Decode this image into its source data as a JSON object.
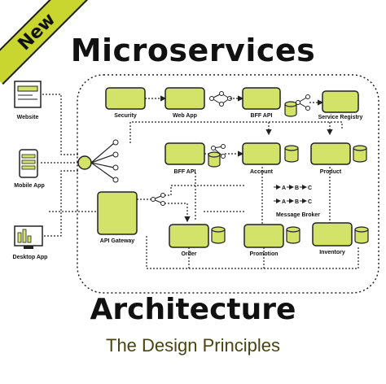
{
  "badge": "New",
  "title": "Microservices",
  "subtitle": "Architecture",
  "tagline": "The Design Principles",
  "colors": {
    "accent": "#c8d62f",
    "node": "#d3e36a",
    "stroke": "#222222"
  },
  "clients": {
    "website": "Website",
    "mobile": "Mobile App",
    "desktop": "Desktop App"
  },
  "services": {
    "security": "Security",
    "webapp": "Web App",
    "bffapi_top": "BFF API",
    "registry": "Service Registry",
    "bffapi_mid": "BFF API",
    "account": "Account",
    "product": "Product",
    "gateway": "API Gateway",
    "order": "Order",
    "promotion": "Promotion",
    "inventory": "Inventory"
  },
  "broker": {
    "label": "Message Broker",
    "row1": [
      "A",
      "B",
      "C"
    ],
    "row2": [
      "A",
      "B",
      "C"
    ]
  }
}
